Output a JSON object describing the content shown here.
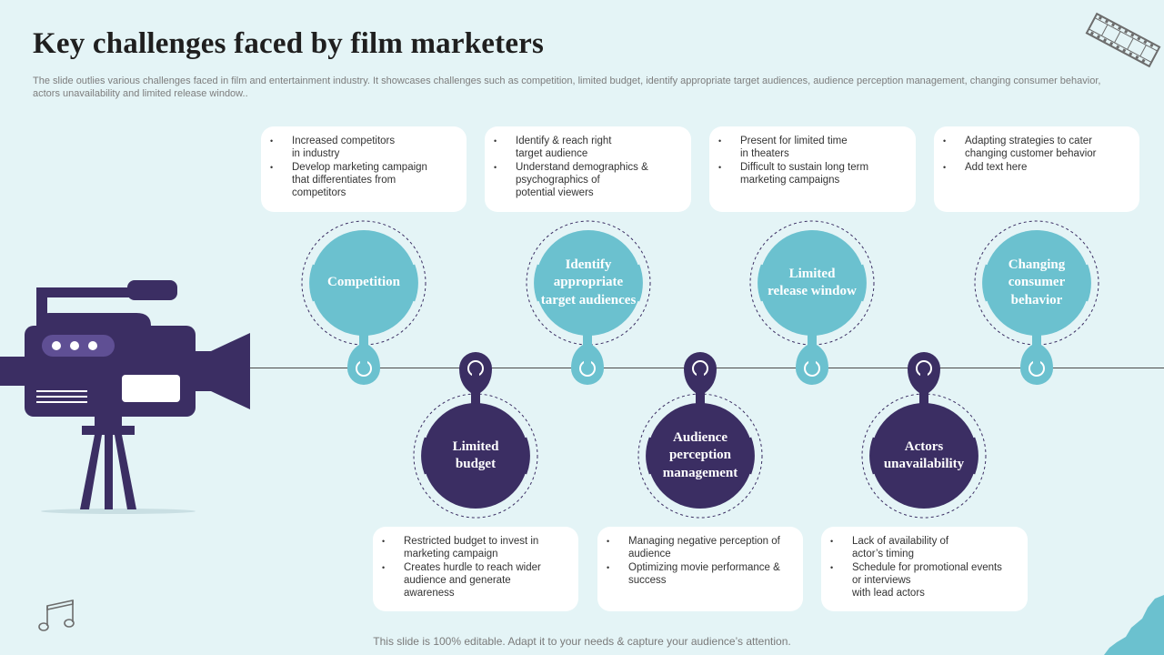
{
  "page": {
    "title": "Key challenges faced by film marketers",
    "subtitle": "The slide outlies various challenges faced in film and entertainment industry. It showcases challenges such as competition, limited budget, identify appropriate target audiences, audience perception management, changing consumer behavior, actors unavailability and limited release window..",
    "footer": "This slide is 100% editable. Adapt it to your needs & capture your audience’s attention."
  },
  "colors": {
    "teal": "#6bc1cf",
    "navy": "#3b2e63",
    "background": "#e4f4f6"
  },
  "icons": [
    "video-camera-icon",
    "film-strip-icon",
    "music-note-icon",
    "pin-marker-icon"
  ],
  "challenges": [
    {
      "label": "Competition",
      "points": [
        "Increased competitors\nin industry",
        "Develop marketing campaign\nthat differentiates from\ncompetitors"
      ]
    },
    {
      "label": "Limited\nbudget",
      "points": [
        "Restricted budget to invest in\nmarketing campaign",
        "Creates hurdle to reach wider\naudience and generate\nawareness"
      ]
    },
    {
      "label": "Identify\nappropriate\ntarget audiences",
      "points": [
        "Identify & reach right\ntarget audience",
        "Understand demographics &\npsychographics of\npotential viewers"
      ]
    },
    {
      "label": "Audience\nperception\nmanagement",
      "points": [
        "Managing negative perception of\naudience",
        "Optimizing movie performance &\nsuccess"
      ]
    },
    {
      "label": "Limited\nrelease window",
      "points": [
        "Present for limited time\nin theaters",
        "Difficult to sustain long term\nmarketing campaigns"
      ]
    },
    {
      "label": "Actors\nunavailability",
      "points": [
        "Lack of availability of\nactor’s timing",
        "Schedule for promotional events\nor interviews\nwith lead actors"
      ]
    },
    {
      "label": "Changing\nconsumer\nbehavior",
      "points": [
        "Adapting strategies to cater\nchanging customer behavior",
        "Add text here"
      ]
    }
  ]
}
